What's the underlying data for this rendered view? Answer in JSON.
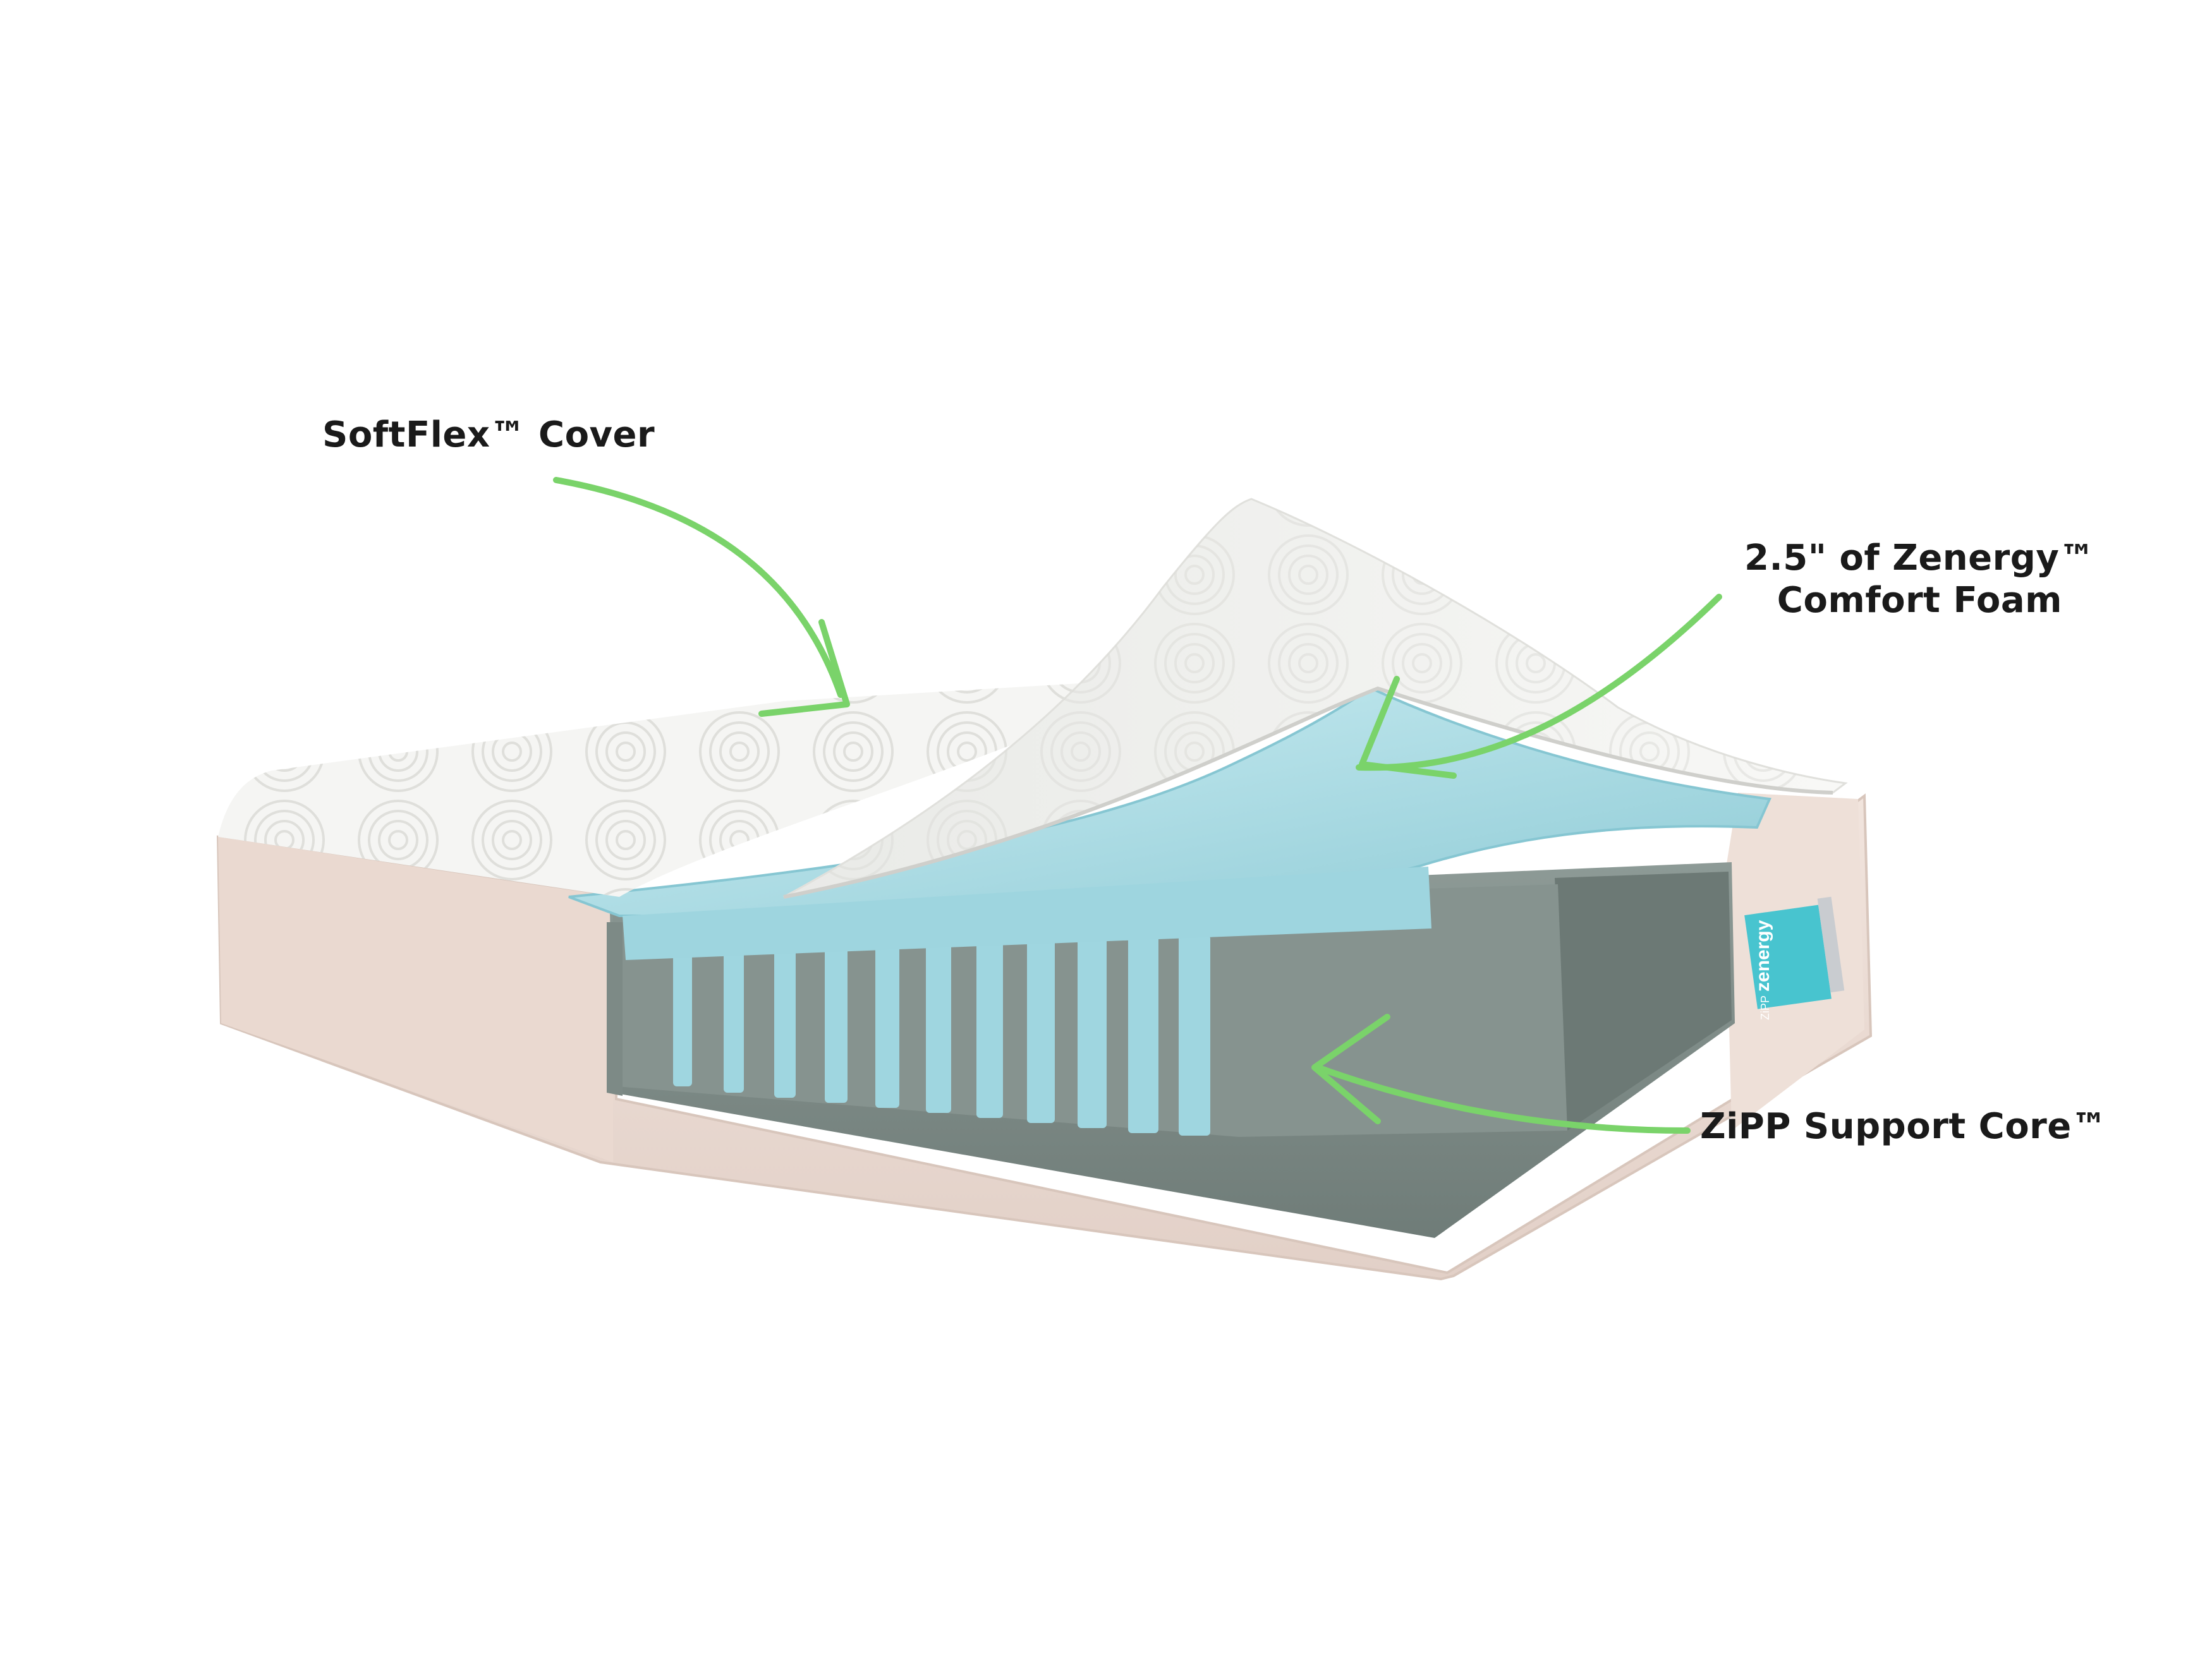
{
  "labels": {
    "cover": "SoftFlex™ Cover",
    "foam_line1": "2.5\" of Zenergy™",
    "foam_line2": "Comfort Foam",
    "core": "ZiPP Support Core™"
  },
  "brand": {
    "small": "ZiPP",
    "name": "zenergy"
  },
  "colors": {
    "arrow": "#7ad36a",
    "foam": "#a9dbe4",
    "core": "#7c8a86",
    "sidewall": "#ecdcd4",
    "cover": "#f3f3f1",
    "brand_teal": "#46c3cf"
  },
  "icons": {
    "arrow": "curved-arrow-icon"
  }
}
